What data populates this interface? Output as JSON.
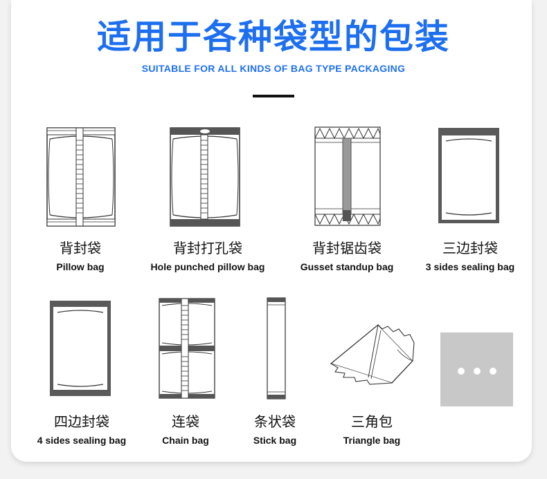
{
  "header": {
    "title": "适用于各种袋型的包装",
    "subtitle": "SUITABLE FOR ALL KINDS OF BAG TYPE PACKAGING"
  },
  "bags": [
    {
      "cn": "背封袋",
      "en": "Pillow bag",
      "icon": "pillow-bag-icon"
    },
    {
      "cn": "背封打孔袋",
      "en": "Hole punched pillow bag",
      "icon": "hole-punched-pillow-bag-icon"
    },
    {
      "cn": "背封锯齿袋",
      "en": "Gusset standup bag",
      "icon": "gusset-standup-bag-icon"
    },
    {
      "cn": "三边封袋",
      "en": "3 sides sealing bag",
      "icon": "three-side-seal-bag-icon"
    },
    {
      "cn": "四边封袋",
      "en": "4 sides sealing bag",
      "icon": "four-side-seal-bag-icon"
    },
    {
      "cn": "连袋",
      "en": "Chain bag",
      "icon": "chain-bag-icon"
    },
    {
      "cn": "条状袋",
      "en": "Stick bag",
      "icon": "stick-bag-icon"
    },
    {
      "cn": "三角包",
      "en": "Triangle bag",
      "icon": "triangle-bag-icon"
    }
  ],
  "more": {
    "icon": "more-ellipsis-icon"
  },
  "colors": {
    "accent": "#1d6ff0",
    "seal": "#5a5a5a",
    "more_bg": "#c8c8c8"
  }
}
